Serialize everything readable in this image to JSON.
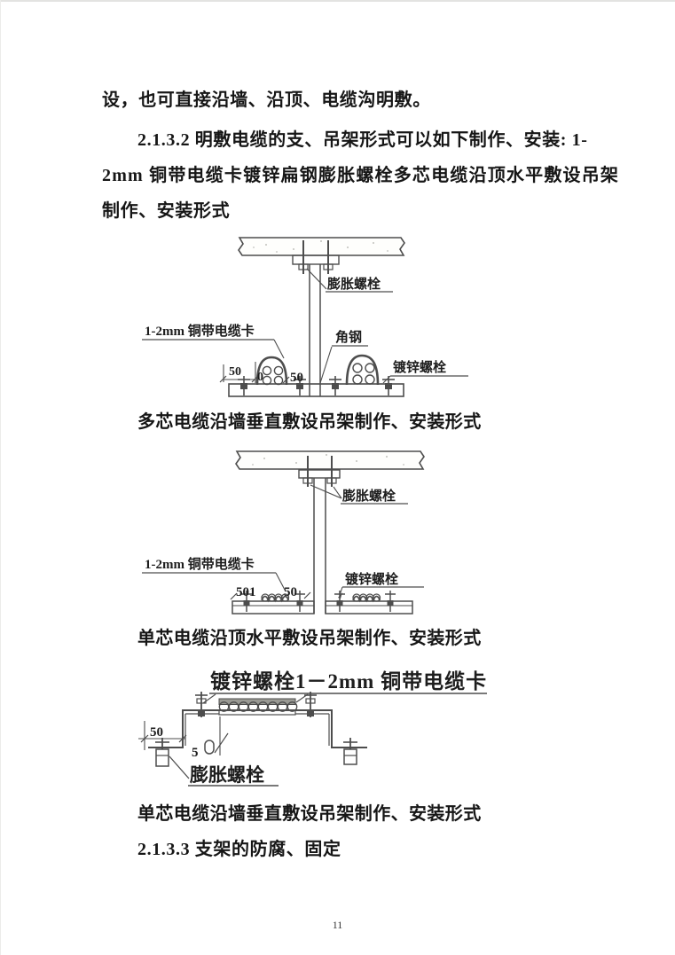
{
  "page": {
    "number": "11"
  },
  "body": {
    "line1": "设，也可直接沿墙、沿顶、电缆沟明敷。",
    "line2": "2.1.3.2 明敷电缆的支、吊架形式可以如下制作、安装: 1-",
    "line3": "2mm 铜带电缆卡镀锌扁钢膨胀螺栓多芯电缆沿顶水平敷设吊架",
    "line4": "制作、安装形式",
    "section_2133": "2.1.3.3 支架的防腐、固定"
  },
  "diagram1": {
    "caption": "多芯电缆沿墙垂直敷设吊架制作、安装形式",
    "labels": {
      "expansion_bolt": "膨胀螺栓",
      "cable_clamp": "1-2mm 铜带电缆卡",
      "angle_steel": "角钢",
      "galvanized_bolt": "镀锌螺栓",
      "dim_left": "50",
      "dim_mid": "0",
      "dim_right": "50"
    }
  },
  "diagram2": {
    "caption": "单芯电缆沿顶水平敷设吊架制作、安装形式",
    "labels": {
      "expansion_bolt": "膨胀螺栓",
      "cable_clamp": "1-2mm 铜带电缆卡",
      "galvanized_bolt": "镀锌螺栓",
      "dim_left": "501",
      "dim_right": "50"
    }
  },
  "diagram3": {
    "caption": "单芯电缆沿墙垂直敷设吊架制作、安装形式",
    "header_label": "镀锌螺栓1－2mm 铜带电缆卡",
    "labels": {
      "expansion_bolt": "膨胀螺栓",
      "dim_50": "50",
      "dim_5": "5"
    }
  }
}
